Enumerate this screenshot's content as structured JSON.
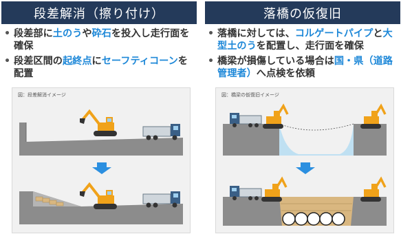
{
  "left_panel": {
    "title": "段差解消（擦り付け）",
    "bullet1": [
      "段差部に",
      "土のう",
      "や",
      "砕石",
      "を投入し走行面を確保"
    ],
    "bullet2": [
      "段差区間の",
      "起終点",
      "に",
      "セーフティコーン",
      "を配置"
    ],
    "caption": "図：段差解消イメージ"
  },
  "right_panel": {
    "title": "落橋の仮復旧",
    "bullet1": [
      "落橋に対しては、",
      "コルゲートパイプ",
      "と",
      "大型土のう",
      "を配置し、走行面を確保"
    ],
    "bullet2": [
      "橋梁が損傷している場合は",
      "国・県",
      "（道路管理者）",
      "へ点検を依頼"
    ],
    "caption": "図：橋梁の仮復旧イメージ"
  },
  "colors": {
    "header_bg": "#243a5a",
    "highlight": "#1e88d8",
    "ground": "#8a8a8a",
    "arrow": "#2b8fe0"
  },
  "icons": [
    "excavator-icon",
    "dump-truck-icon",
    "down-arrow-icon",
    "corrugated-pipe-icon",
    "sandbag-icon",
    "safety-cone-icon"
  ]
}
